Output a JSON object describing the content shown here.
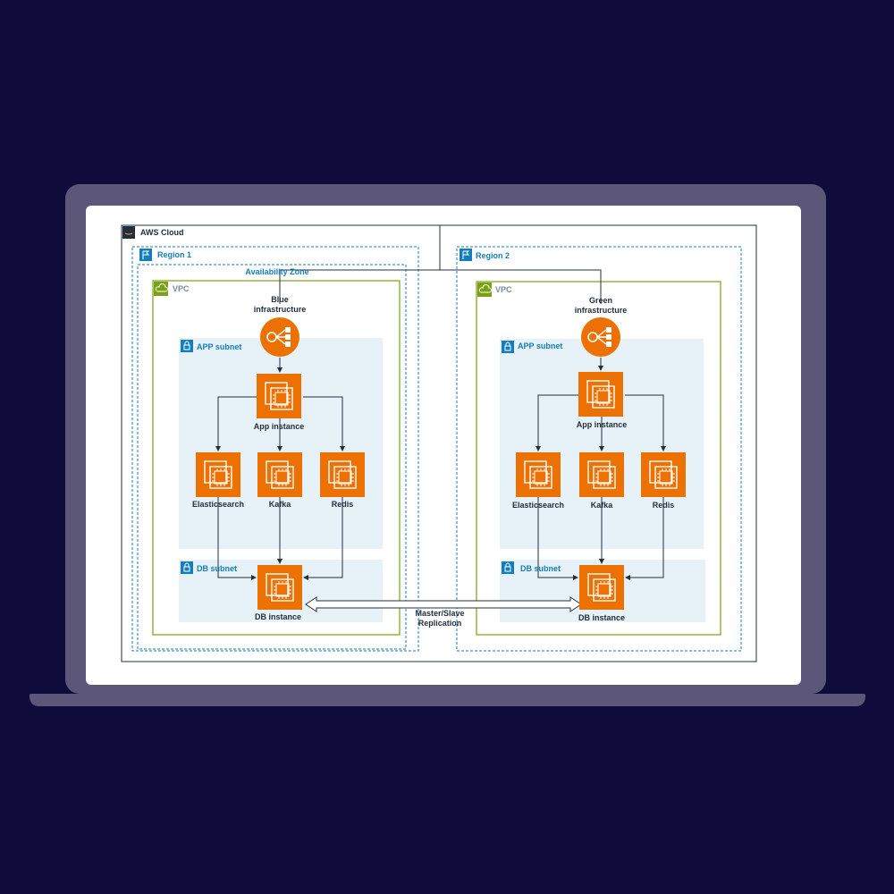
{
  "aws_cloud": "AWS Cloud",
  "availability_zone": "Availability Zone",
  "replication": "Master/Slave\nReplication",
  "region1": {
    "title": "Region 1",
    "vpc": "VPC",
    "infra": "Blue\ninfrastructure",
    "app_subnet": "APP subnet",
    "db_subnet": "DB subnet",
    "app": "App instance",
    "es": "Elasticsearch",
    "kafka": "Kafka",
    "redis": "Redis",
    "db": "DB instance"
  },
  "region2": {
    "title": "Region 2",
    "vpc": "VPC",
    "infra": "Green\ninfrastructure",
    "app_subnet": "APP subnet",
    "db_subnet": "DB subnet",
    "app": "App instance",
    "es": "Elasticsearch",
    "kafka": "Kafka",
    "redis": "Redis",
    "db": "DB instance"
  },
  "colors": {
    "background": "#0f0b3a",
    "laptop": "#5c5679",
    "ec2_orange": "#ed7100",
    "region_blue": "#147eba",
    "vpc_green": "#7aa116",
    "subnet_fill": "#e6f2f8"
  }
}
